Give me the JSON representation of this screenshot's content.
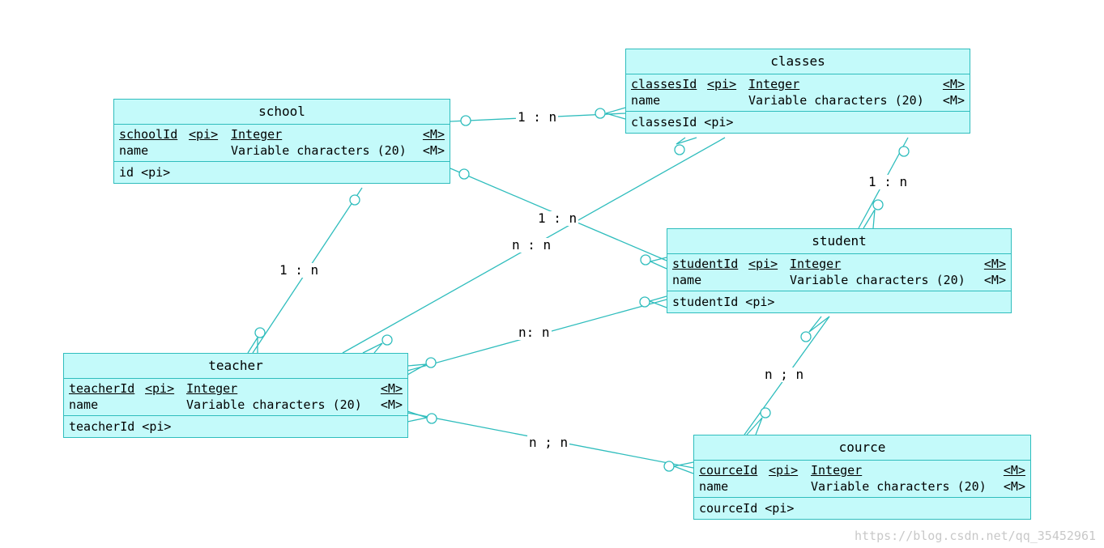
{
  "entities": {
    "classes": {
      "name": "classes",
      "attrs": [
        {
          "name": "classesId",
          "flag": "<pi>",
          "type": "Integer",
          "mand": "<M>",
          "primary": true
        },
        {
          "name": "name",
          "flag": "",
          "type": "Variable characters (20)",
          "mand": "<M>",
          "primary": false
        }
      ],
      "identifier": "classesId <pi>"
    },
    "school": {
      "name": "school",
      "attrs": [
        {
          "name": "schoolId",
          "flag": "<pi>",
          "type": "Integer",
          "mand": "<M>",
          "primary": true
        },
        {
          "name": "name",
          "flag": "",
          "type": "Variable characters (20)",
          "mand": "<M>",
          "primary": false
        }
      ],
      "identifier": "id <pi>"
    },
    "student": {
      "name": "student",
      "attrs": [
        {
          "name": "studentId",
          "flag": "<pi>",
          "type": "Integer",
          "mand": "<M>",
          "primary": true
        },
        {
          "name": "name",
          "flag": "",
          "type": "Variable characters (20)",
          "mand": "<M>",
          "primary": false
        }
      ],
      "identifier": "studentId <pi>"
    },
    "teacher": {
      "name": "teacher",
      "attrs": [
        {
          "name": "teacherId",
          "flag": "<pi>",
          "type": "Integer",
          "mand": "<M>",
          "primary": true
        },
        {
          "name": "name",
          "flag": "",
          "type": "Variable characters (20)",
          "mand": "<M>",
          "primary": false
        }
      ],
      "identifier": "teacherId <pi>"
    },
    "cource": {
      "name": "cource",
      "attrs": [
        {
          "name": "courceId",
          "flag": "<pi>",
          "type": "Integer",
          "mand": "<M>",
          "primary": true
        },
        {
          "name": "name",
          "flag": "",
          "type": "Variable characters (20)",
          "mand": "<M>",
          "primary": false
        }
      ],
      "identifier": "courceId <pi>"
    }
  },
  "relations": {
    "school_classes": "1 : n",
    "school_student": "1 : n",
    "classes_student": "1 : n",
    "school_teacher": "1 :  n",
    "classes_teacher": "n : n",
    "teacher_student": "n: n",
    "student_cource": "n ; n",
    "teacher_cource": "n ; n"
  },
  "watermark": "https://blog.csdn.net/qq_35452961",
  "colors": {
    "line": "#2fbdbd",
    "fill": "#c4fafa"
  }
}
